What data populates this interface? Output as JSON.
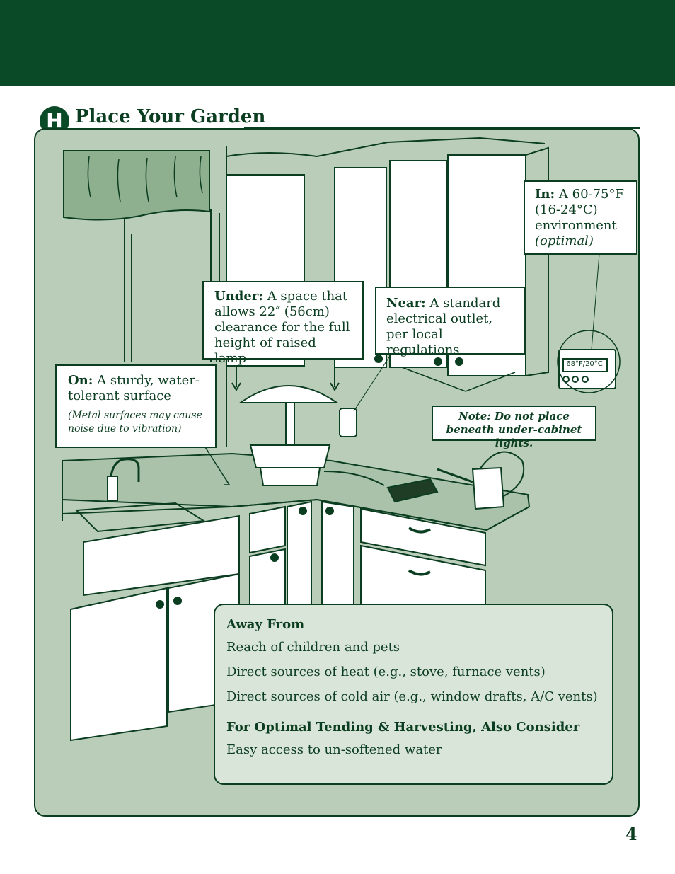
{
  "header": {
    "section_letter": "H",
    "title": "Place Your Garden"
  },
  "callouts": {
    "in": {
      "label": "In:",
      "text": "A 60-75°F (16-24°C) environment",
      "note": "(optimal)"
    },
    "under": {
      "label": "Under:",
      "text": "A space that allows 22″ (56cm) clearance for the full height of raised lamp"
    },
    "near": {
      "label": "Near:",
      "text": "A standard electrical outlet, per local regulations"
    },
    "on": {
      "label": "On:",
      "text": "A sturdy, water-tolerant surface",
      "note": "(Metal surfaces may cause noise due to vibration)"
    },
    "note": {
      "text": "Note: Do not place beneath under-cabinet lights."
    }
  },
  "thermostat": {
    "display": "68°F/20°C"
  },
  "away_from": {
    "heading": "Away From",
    "items": [
      "Reach of children and pets",
      "Direct sources of heat (e.g., stove, furnace vents)",
      "Direct sources of cold air (e.g., window drafts, A/C vents)"
    ],
    "consider_heading": "For Optimal Tending & Harvesting, Also Consider",
    "consider_items": [
      "Easy access to un-softened water"
    ]
  },
  "page_number": "4",
  "colors": {
    "brand_green": "#0a4a26",
    "panel_bg": "#b9cdb9",
    "box_bg": "#d9e5d8"
  }
}
